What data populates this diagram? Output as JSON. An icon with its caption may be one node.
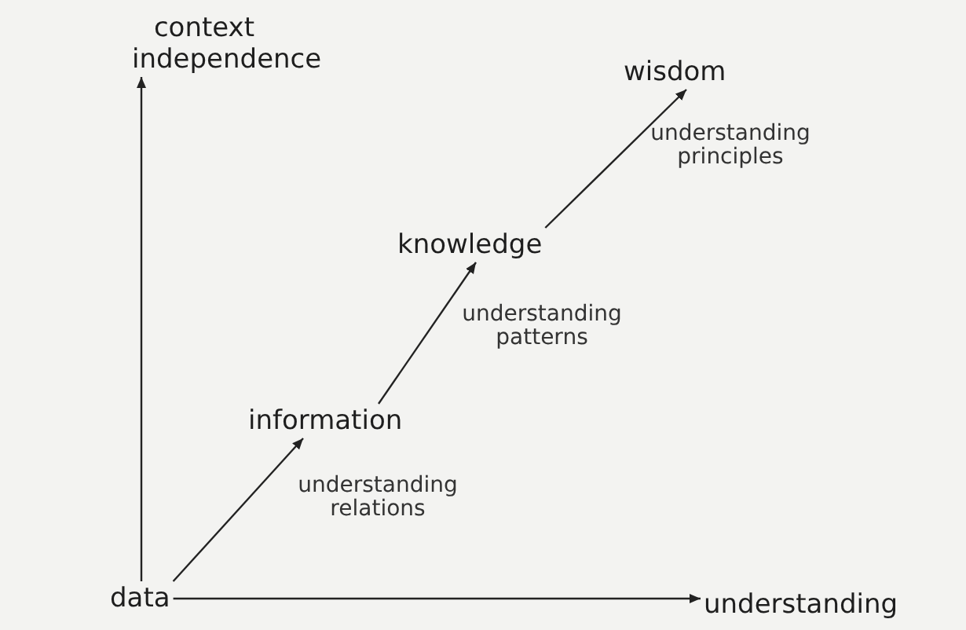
{
  "diagram": {
    "nodes": [
      {
        "text": [
          "context independence"
        ]
      },
      {
        "text": [
          "data"
        ]
      },
      {
        "text": [
          "information"
        ]
      },
      {
        "text": [
          "knowledge"
        ]
      },
      {
        "text": [
          "wisdom"
        ]
      },
      {
        "text": [
          "understanding"
        ]
      }
    ],
    "edges": [
      {
        "from": 1,
        "to": 0,
        "arrow": "to"
      },
      {
        "from": 1,
        "to": 5,
        "arrow": "to"
      },
      {
        "from": 1,
        "to": 2,
        "arrow": "to",
        "label": "understanding relations"
      },
      {
        "from": 2,
        "to": 3,
        "arrow": "to",
        "label": "understanding patterns"
      },
      {
        "from": 3,
        "to": 4,
        "arrow": "to",
        "label": "understanding principles"
      }
    ]
  }
}
